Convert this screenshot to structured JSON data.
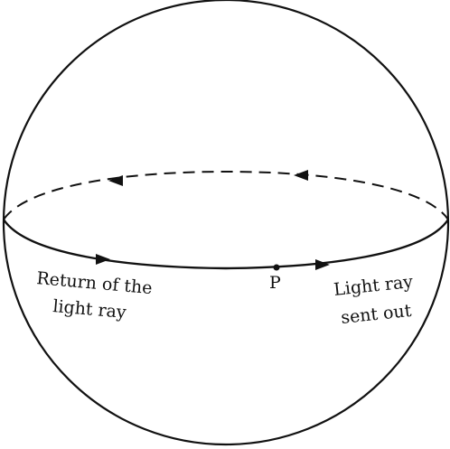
{
  "diagram": {
    "point_label": "P",
    "return_label": {
      "line1": "Return of the",
      "line2": "light ray"
    },
    "sent_label": {
      "line1": "Light ray",
      "line2": "sent out"
    },
    "colors": {
      "ink": "#111111",
      "background": "#ffffff"
    }
  }
}
